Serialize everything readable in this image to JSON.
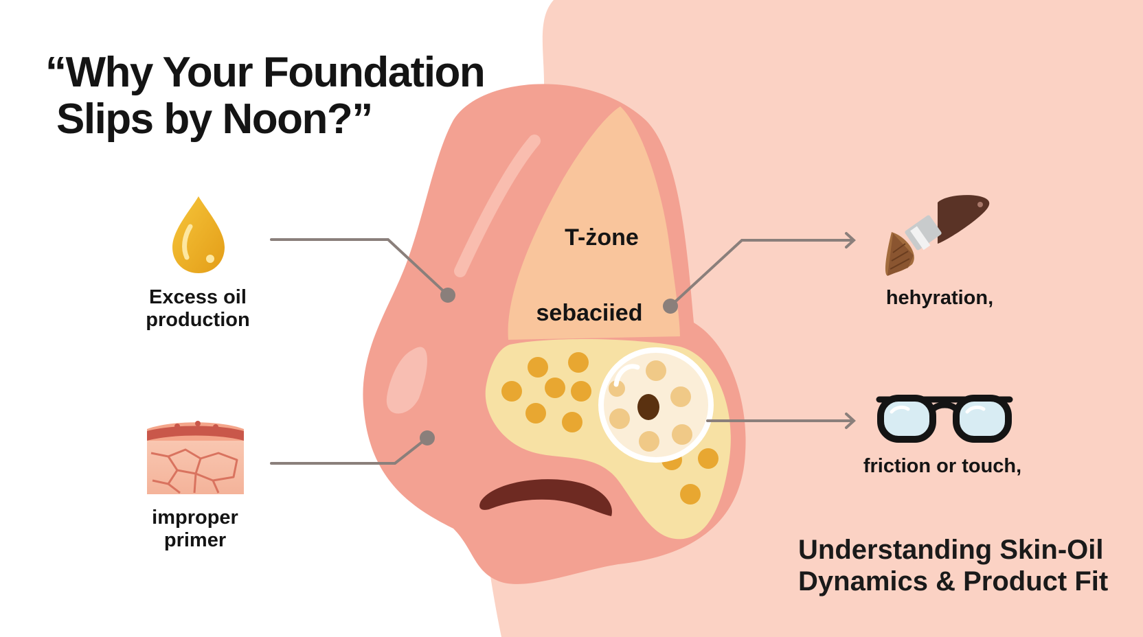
{
  "title": {
    "line1": "“Why Your Foundation",
    "line2": "Slips by Noon?”"
  },
  "zones": {
    "tzone": "T-żone",
    "sebaceous": "sebaciied"
  },
  "factors": {
    "excess_oil": {
      "line1": "Excess oil",
      "line2": "production",
      "icon": "oil-drop-icon"
    },
    "improper_primer": {
      "line1": "improper",
      "line2": "primer",
      "icon": "dry-skin-icon"
    },
    "dehydration": {
      "label": "hehyration,",
      "icon": "makeup-brush-icon"
    },
    "friction": {
      "label": "friction or touch,",
      "icon": "eyeglasses-icon"
    }
  },
  "subtitle": {
    "line1": "Understanding Skin-Oil",
    "line2": "Dynamics & Product Fit"
  },
  "colors": {
    "background_left": "#ffffff",
    "background_right": "#fbd2c4",
    "nose_skin": "#f3a192",
    "tzone": "#f9c59c",
    "sebaceous": "#f7e1a4",
    "oil_gland": "#e8a731",
    "connector": "#8a7f7b"
  }
}
